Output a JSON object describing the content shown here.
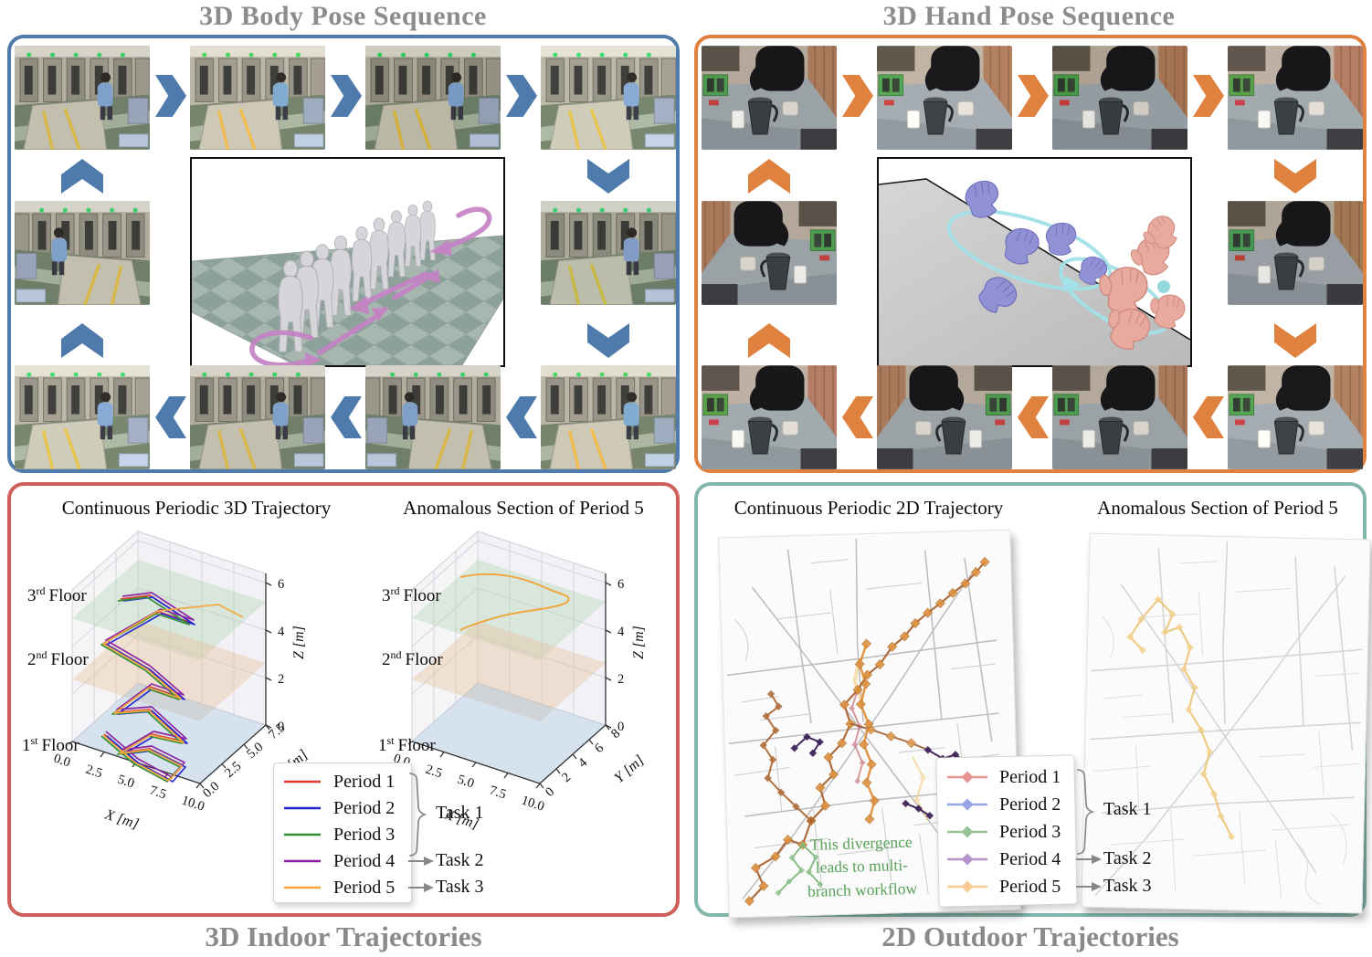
{
  "figure": {
    "body_panel": {
      "title": "3D Body Pose Sequence"
    },
    "hand_panel": {
      "title": "3D Hand Pose Sequence"
    },
    "indoor_panel": {
      "caption": "3D Indoor Trajectories",
      "left_title": "Continuous Periodic 3D Trajectory",
      "right_title": "Anomalous Section of Period 5",
      "floors": [
        {
          "num": "3",
          "sup": "rd",
          "word": "Floor"
        },
        {
          "num": "2",
          "sup": "nd",
          "word": "Floor"
        },
        {
          "num": "1",
          "sup": "st",
          "word": "Floor"
        }
      ],
      "axes": {
        "x": "X [m]",
        "y": "Y [m]",
        "z": "Z [m]"
      },
      "xticks": [
        "0.0",
        "2.5",
        "5.0",
        "7.5",
        "10.0"
      ],
      "left_yticks": [
        "0.0",
        "2.5",
        "5.0",
        "7.5"
      ],
      "right_yticks": [
        "0",
        "2",
        "4",
        "6",
        "8"
      ],
      "zticks": [
        "0",
        "2",
        "4",
        "6"
      ]
    },
    "outdoor_panel": {
      "caption": "2D Outdoor Trajectories",
      "left_title": "Continuous Periodic 2D Trajectory",
      "right_title": "Anomalous Section of Period 5",
      "annotation_lines": [
        "This divergence",
        "leads to multi-",
        "branch workflow"
      ],
      "annotation_color": "#58a058"
    },
    "legend": {
      "periods": [
        "Period 1",
        "Period 2",
        "Period 3",
        "Period 4",
        "Period 5"
      ],
      "tasks": [
        "Task 1",
        "Task 2",
        "Task 3"
      ],
      "indoor_colors": [
        "#e0392f",
        "#2020cf",
        "#2e8b2e",
        "#8a1fa0",
        "#f5a63a"
      ],
      "outdoor_colors": [
        "#e89292",
        "#95a5e5",
        "#96c296",
        "#b592c8",
        "#f6cc90"
      ]
    },
    "accents": {
      "body_border": "#4e7bab",
      "hand_border": "#e0823f",
      "indoor_border": "#cf5f5a",
      "outdoor_border": "#82b7ac",
      "body_arrows": "#c583c5",
      "hand_trajectory": "#a2e2e8"
    }
  },
  "chart_data": [
    {
      "type": "line",
      "title": "Continuous Periodic 3D Trajectory",
      "xlabel": "X [m]",
      "ylabel": "Y [m]",
      "zlabel": "Z [m]",
      "xlim": [
        0,
        10
      ],
      "ylim": [
        0,
        7.5
      ],
      "zlim": [
        0,
        6
      ],
      "xticks": [
        0,
        2.5,
        5,
        7.5,
        10
      ],
      "yticks": [
        0,
        2.5,
        5,
        7.5
      ],
      "zticks": [
        0,
        2,
        4,
        6
      ],
      "floor_planes": [
        {
          "label": "1st Floor",
          "z": 0
        },
        {
          "label": "2nd Floor",
          "z": 2.6
        },
        {
          "label": "3rd Floor",
          "z": 5.2
        }
      ],
      "series": [
        {
          "name": "Period 1",
          "task": "Task 1",
          "color": "#e0392f"
        },
        {
          "name": "Period 2",
          "task": "Task 1",
          "color": "#2020cf"
        },
        {
          "name": "Period 3",
          "task": "Task 1",
          "color": "#2e8b2e"
        },
        {
          "name": "Period 4",
          "task": "Task 2",
          "color": "#8a1fa0"
        },
        {
          "name": "Period 5",
          "task": "Task 3",
          "color": "#f5a63a"
        }
      ],
      "approx_shared_path_xyz": [
        [
          2,
          1,
          0
        ],
        [
          5,
          2.5,
          0
        ],
        [
          8,
          1,
          0
        ],
        [
          4.5,
          3,
          0
        ],
        [
          6,
          2,
          0
        ],
        [
          5,
          3.5,
          2.6
        ],
        [
          2.5,
          3,
          2.6
        ],
        [
          5,
          5,
          2.6
        ],
        [
          6.5,
          4.5,
          2.6
        ],
        [
          2,
          5,
          5.2
        ],
        [
          5,
          6.5,
          5.2
        ],
        [
          7,
          6,
          5.2
        ]
      ],
      "note": "Periods 1-5 overlap on a periodic multi-floor loop; Period 5 diverges rightward on the 3rd floor."
    },
    {
      "type": "line",
      "title": "Anomalous Section of Period 5",
      "xlabel": "X [m]",
      "ylabel": "Y [m]",
      "zlabel": "Z [m]",
      "xticks": [
        0,
        2.5,
        5,
        7.5,
        10
      ],
      "yticks": [
        0,
        2,
        4,
        6,
        8
      ],
      "zticks": [
        0,
        2,
        4,
        6
      ],
      "series": [
        {
          "name": "Period 5",
          "color": "#f5a63a"
        }
      ],
      "approx_path_xyz": [
        [
          2,
          7,
          5.8
        ],
        [
          4,
          7.5,
          5.9
        ],
        [
          6.5,
          7,
          5.6
        ],
        [
          8.5,
          6.5,
          5.3
        ],
        [
          6,
          6,
          5.0
        ],
        [
          3.5,
          5.5,
          4.6
        ],
        [
          2,
          5,
          4.2
        ]
      ]
    },
    {
      "type": "scatter",
      "title": "Continuous Periodic 2D Trajectory",
      "marker": "diamond",
      "series": [
        {
          "name": "Period 1",
          "task": "Task 1",
          "color": "#e89292"
        },
        {
          "name": "Period 2",
          "task": "Task 1",
          "color": "#95a5e5"
        },
        {
          "name": "Period 3",
          "task": "Task 1",
          "color": "#96c296"
        },
        {
          "name": "Period 4",
          "task": "Task 2",
          "color": "#b592c8"
        },
        {
          "name": "Period 5",
          "task": "Task 3",
          "color": "#f6cc90"
        }
      ],
      "description": "Overlapping GPS routes over a street map: shared diagonal route from bottom-left to top-right (overlap renders brown/orange), purple Period-4 side clusters, faint gold Period-5 strands, and a green Period-3 divergence at bottom-left.",
      "annotation": {
        "text": "This divergence leads to multi-branch workflow",
        "color": "#58a058"
      }
    },
    {
      "type": "scatter",
      "title": "Anomalous Section of Period 5",
      "marker": "diamond",
      "series": [
        {
          "name": "Period 5",
          "color": "#f6cc90"
        }
      ],
      "description": "Only Period 5's gold zigzag route shown on a faded street map."
    }
  ]
}
